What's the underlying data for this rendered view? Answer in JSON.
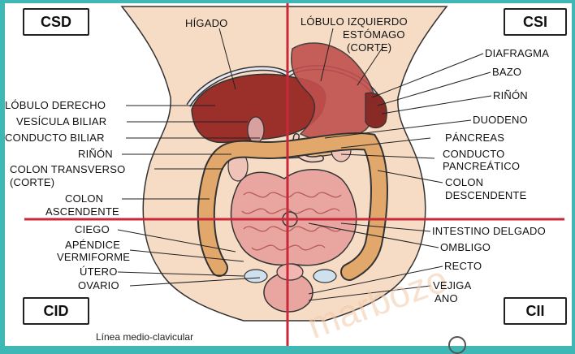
{
  "quadrants": {
    "top_left": "CSD",
    "top_right": "CSI",
    "bottom_left": "CID",
    "bottom_right": "CII"
  },
  "labels_left": {
    "lobulo_derecho": "LÓBULO DERECHO",
    "vesicula": "VESÍCULA BILIAR",
    "conducto_biliar": "CONDUCTO BILIAR",
    "rinon_left": "RIÑÓN",
    "colon_transverso": "COLON TRANSVERSO",
    "corte_left": "(CORTE)",
    "colon_asc_1": "COLON",
    "colon_asc_2": "ASCENDENTE",
    "ciego": "CIEGO",
    "apendice_1": "APÉNDICE",
    "apendice_2": "VERMIFORME",
    "utero": "ÚTERO",
    "ovario": "OVARIO"
  },
  "labels_top": {
    "higado": "HÍGADO",
    "lobulo_izq": "LÓBULO IZQUIERDO",
    "estomago": "ESTÓMAGO",
    "corte_top": "(CORTE)"
  },
  "labels_right": {
    "diafragma": "DIAFRAGMA",
    "bazo": "BAZO",
    "rinon_right": "RIÑÓN",
    "duodeno": "DUODENO",
    "pancreas": "PÁNCREAS",
    "conducto_panc_1": "CONDUCTO",
    "conducto_panc_2": "PANCREÁTICO",
    "colon_desc_1": "COLON",
    "colon_desc_2": "DESCENDENTE",
    "intestino": "INTESTINO DELGADO",
    "ombligo": "OMBLIGO",
    "recto": "RECTO",
    "vejiga": "VEJIGA",
    "ano": "ANO"
  },
  "footer": {
    "linea": "Línea medio-clavicular"
  },
  "watermark": "marbozo",
  "colors": {
    "background": "#3fb8b5",
    "axis": "#c8283a",
    "liver": "#9b2f2a",
    "skin": "#f6dcc5",
    "intestine": "#e9a6a0",
    "colon": "#e2a76a"
  }
}
